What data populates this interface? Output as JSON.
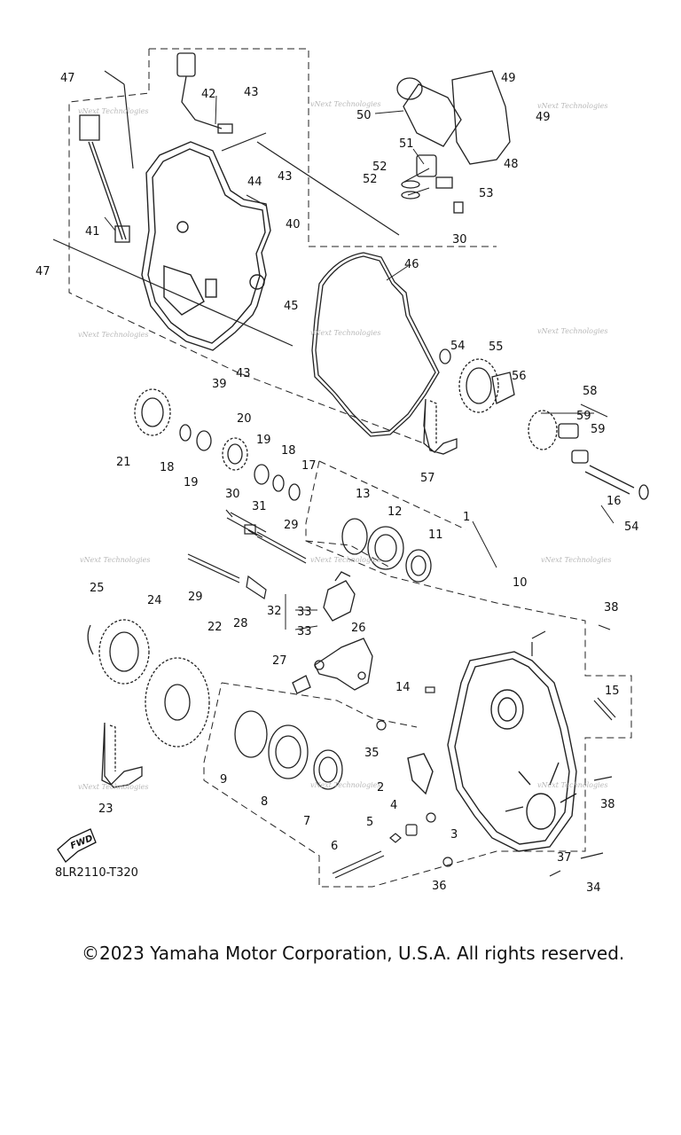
{
  "diagram": {
    "drawing_code": "8LR2110-T320",
    "fwd_label": "FWD",
    "watermark_text": "vNext Technologies",
    "copyright": "©2023 Yamaha Motor Corporation, U.S.A. All rights reserved.",
    "callouts": [
      "1",
      "2",
      "3",
      "4",
      "5",
      "6",
      "7",
      "8",
      "9",
      "10",
      "11",
      "12",
      "13",
      "14",
      "15",
      "16",
      "17",
      "18",
      "18",
      "19",
      "19",
      "20",
      "21",
      "22",
      "23",
      "24",
      "25",
      "26",
      "27",
      "28",
      "29",
      "29",
      "30",
      "30",
      "31",
      "32",
      "33",
      "33",
      "34",
      "35",
      "36",
      "37",
      "38",
      "38",
      "39",
      "40",
      "41",
      "42",
      "43",
      "43",
      "43",
      "44",
      "45",
      "46",
      "47",
      "47",
      "48",
      "49",
      "49",
      "50",
      "51",
      "52",
      "52",
      "53",
      "54",
      "54",
      "55",
      "56",
      "57",
      "58",
      "59",
      "59"
    ]
  }
}
